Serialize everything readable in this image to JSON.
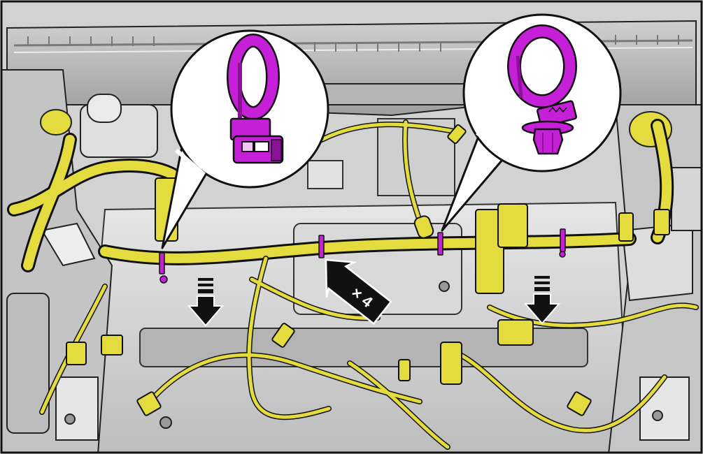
{
  "diagram": {
    "type": "wiring-harness-clip-removal",
    "callouts": [
      {
        "name": "callout-harness-strap-clip",
        "shows": "strap-clip-icon"
      },
      {
        "name": "callout-push-pin-clip",
        "shows": "push-pin-clip-icon"
      }
    ],
    "count_label": "× 4",
    "colors": {
      "harness": "#e4dc3e",
      "harness_outline": "#111111",
      "clip": "#c51fd8",
      "clip_dark": "#8a1198",
      "body_panel": "#c9c9c9",
      "body_panel_dark": "#9a9a9a",
      "background": "#dcdcdc",
      "arrow": "#111111"
    },
    "arrows": [
      {
        "name": "down-arrow-left",
        "direction": "down"
      },
      {
        "name": "down-arrow-right",
        "direction": "down"
      },
      {
        "name": "pointer-arrow-x4",
        "direction": "up-left"
      }
    ]
  }
}
